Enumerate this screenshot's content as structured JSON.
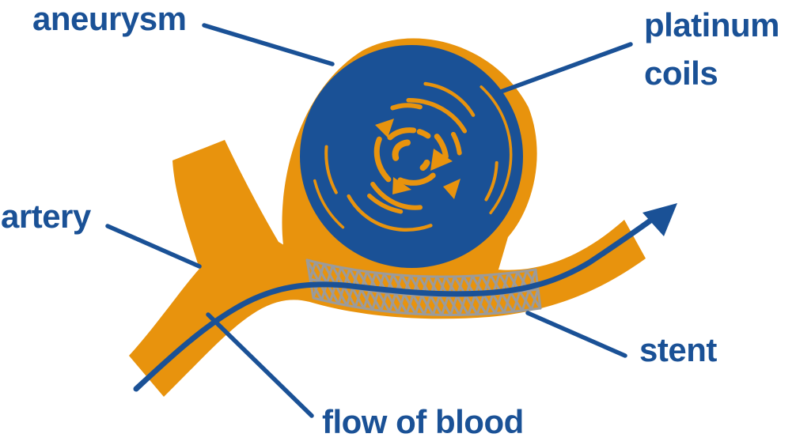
{
  "figure": {
    "labels": {
      "aneurysm": "aneurysm",
      "platinum_coils_line1": "platinum",
      "platinum_coils_line2": "coils",
      "artery": "artery",
      "flow_of_blood": "flow of blood",
      "stent": "stent"
    },
    "colors": {
      "artery_orange": "#e8930d",
      "navy_blue": "#1a5196",
      "stent_gray": "#9b9b9b",
      "background": "#ffffff"
    }
  }
}
